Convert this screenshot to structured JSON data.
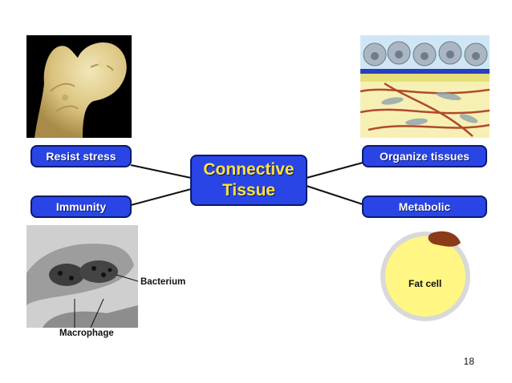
{
  "center": {
    "line1": "Connective",
    "line2": "Tissue"
  },
  "nodes": {
    "resist": "Resist stress",
    "immunity": "Immunity",
    "organize": "Organize tissues",
    "metabolic": "Metabolic"
  },
  "labels": {
    "bacterium": "Bacterium",
    "macrophage": "Macrophage",
    "fat_cell": "Fat cell"
  },
  "page_number": "18"
}
